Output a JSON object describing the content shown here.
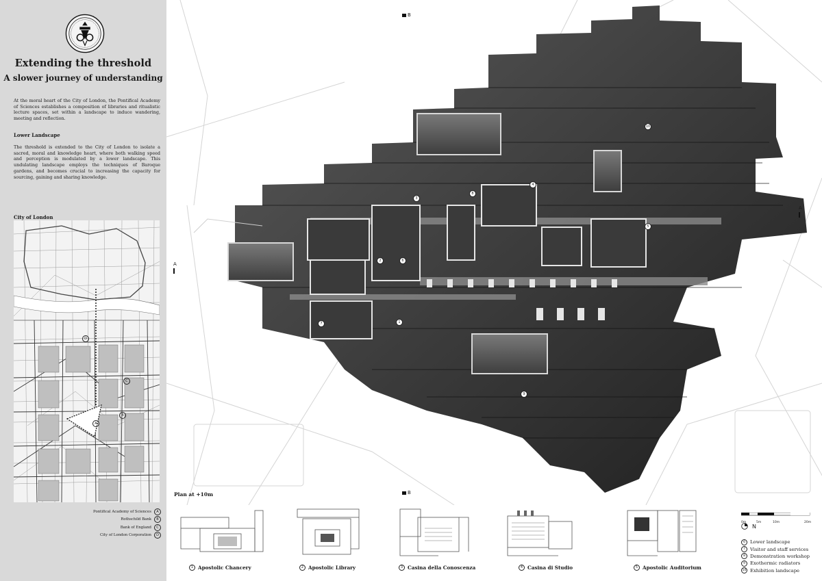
{
  "sidebar": {
    "title": "Extending the threshold",
    "subtitle": "A slower journey of understanding",
    "intro": "At the moral heart of the City of London, the Pontifical Academy of Sciences establishes a composition of libraries and ritualistic lecture spaces, set within a landscape to induce wandering, meeting and reflection.",
    "lower_heading": "Lower Landscape",
    "lower_text": "The threshold is extended to the City of London to isolate a sacred, moral and knowledge heart, where both walking speed and perception is modulated by a lower landscape. This undulating landscape employs the techniques of Baroque gardens, and becomes crucial to increasing the capacity for sourcing, gaining and sharing knowledge.",
    "city_heading": "City of London",
    "map_markers": [
      "A",
      "B",
      "C",
      "D"
    ],
    "legend": [
      {
        "label": "Pontifical Academy of Sciences",
        "mark": "A"
      },
      {
        "label": "Rothschild Bank",
        "mark": "B"
      },
      {
        "label": "Bank of England",
        "mark": "C"
      },
      {
        "label": "City of London Corporation",
        "mark": "D"
      }
    ]
  },
  "plan": {
    "label": "Plan at +10m",
    "section_marks": {
      "top": "B",
      "bottom": "B",
      "left": "A",
      "right": "A"
    },
    "markers": [
      "1",
      "2",
      "3",
      "4",
      "5",
      "6",
      "7",
      "8",
      "9",
      "10"
    ]
  },
  "buildings": [
    {
      "num": "1",
      "name": "Apostolic Chancery"
    },
    {
      "num": "2",
      "name": "Apostolic Library"
    },
    {
      "num": "3",
      "name": "Casina della Conoscenza"
    },
    {
      "num": "4",
      "name": "Casina di Studio"
    },
    {
      "num": "5",
      "name": "Apostolic Auditorium"
    }
  ],
  "scale_bar": {
    "labels": [
      "0m",
      "5m",
      "10m",
      "20m"
    ]
  },
  "north_label": "N",
  "key": [
    {
      "num": "6",
      "label": "Lower landscape"
    },
    {
      "num": "7",
      "label": "Visitor and staff services"
    },
    {
      "num": "8",
      "label": "Demonstration workshop"
    },
    {
      "num": "9",
      "label": "Exothermic radiators"
    },
    {
      "num": "10",
      "label": "Exhibition landscape"
    }
  ],
  "colors": {
    "sidebar_bg": "#d9d9d9",
    "ink": "#1a1a1a",
    "plan_dark": "#2b2b2b"
  }
}
